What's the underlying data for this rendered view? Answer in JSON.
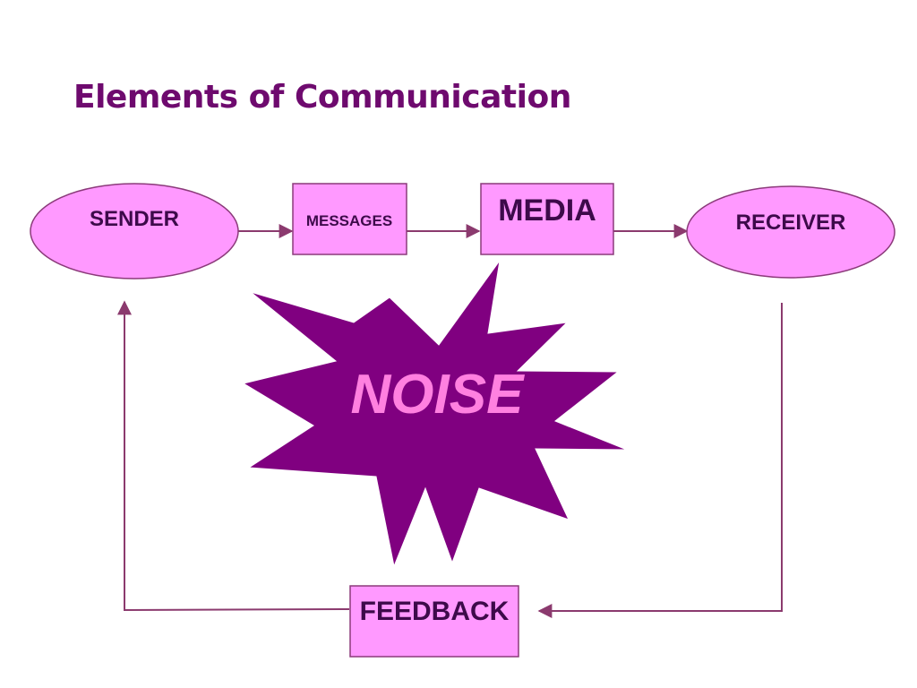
{
  "slide": {
    "title": "Elements of Communication"
  },
  "nodes": {
    "sender": "SENDER",
    "messages": "MESSAGES",
    "media": "MEDIA",
    "receiver": "RECEIVER",
    "noise": "NOISE",
    "feedback": "FEEDBACK"
  },
  "colors": {
    "title": "#6e0a6e",
    "node_fill": "#ff99ff",
    "node_stroke": "#8b3a7a",
    "connector": "#8b3a6e",
    "noise_fill": "#800080",
    "noise_text": "#ff80e0"
  }
}
